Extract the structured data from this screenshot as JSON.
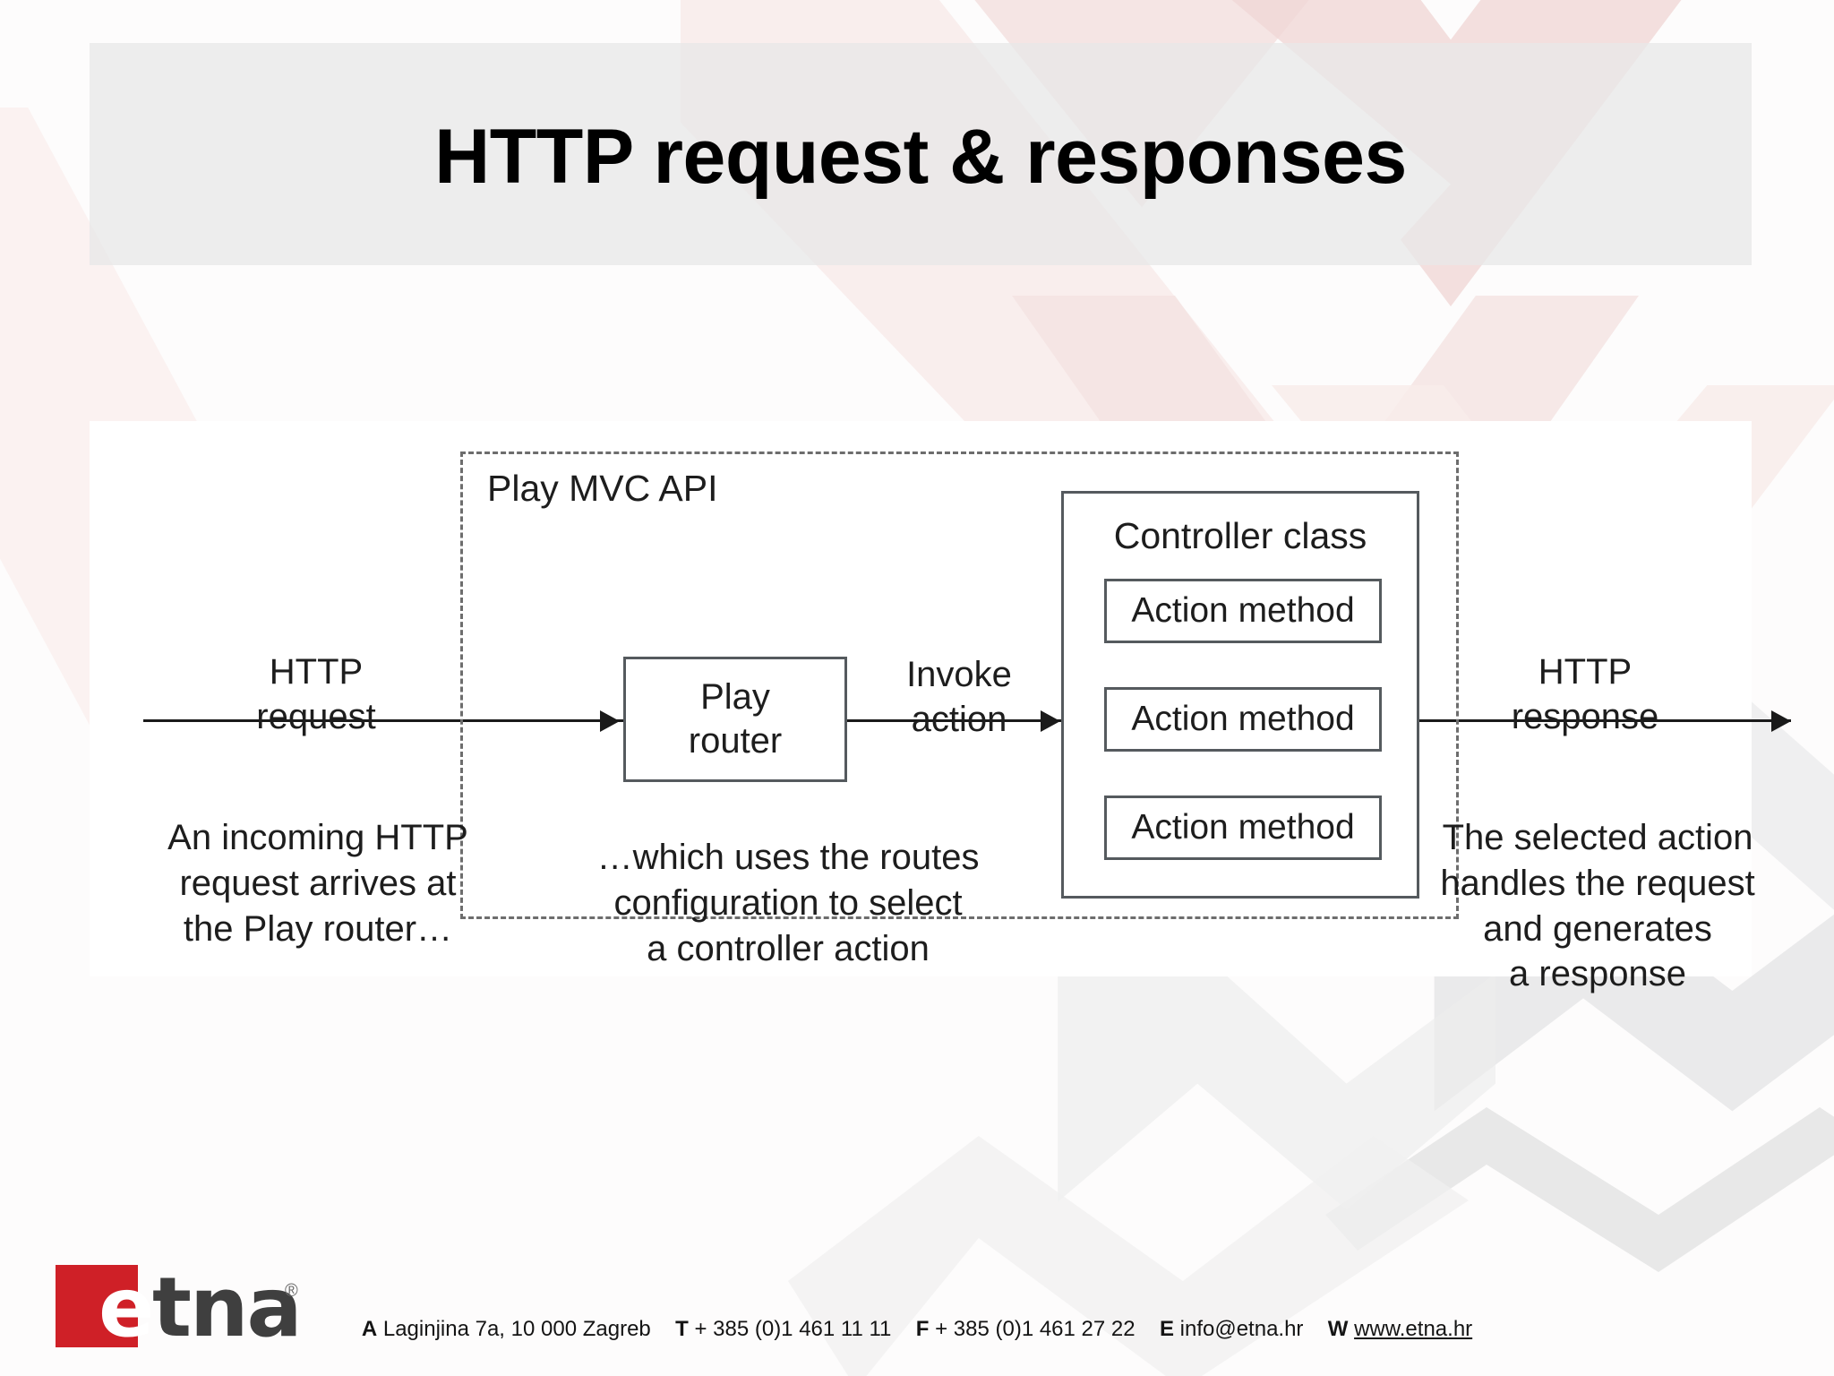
{
  "slide": {
    "title": "HTTP request & responses"
  },
  "diagram": {
    "container_label": "Play MVC API",
    "left": {
      "caption_line1": "HTTP",
      "caption_line2": "request",
      "description_line1": "An incoming HTTP",
      "description_line2": "request arrives at",
      "description_line3": "the Play router…"
    },
    "router": {
      "line1": "Play",
      "line2": "router",
      "description_line1": "…which uses the routes",
      "description_line2": "configuration to select",
      "description_line3": "a controller action"
    },
    "invoke": {
      "line1": "Invoke",
      "line2": "action"
    },
    "controller": {
      "title": "Controller class",
      "methods": [
        "Action method",
        "Action method",
        "Action method"
      ]
    },
    "right": {
      "caption_line1": "HTTP",
      "caption_line2": "response",
      "description_line1": "The selected action",
      "description_line2": "handles the request",
      "description_line3": "and generates",
      "description_line4": "a response"
    }
  },
  "brand": {
    "logo_e": "e",
    "logo_tna": "tna",
    "registered": "®"
  },
  "footer": {
    "address_key": "A",
    "address": "Laginjina 7a, 10 000 Zagreb",
    "tel_key": "T",
    "tel": "+ 385 (0)1 461 11 11",
    "fax_key": "F",
    "fax": "+ 385 (0)1 461 27 22",
    "email_key": "E",
    "email": "info@etna.hr",
    "web_key": "W",
    "web": "www.etna.hr"
  },
  "colors": {
    "brand_red": "#cf2027",
    "logo_grey": "#3f3f3f",
    "pink_tint": "#f3e0df",
    "grey_tint": "#e8e8e9"
  }
}
